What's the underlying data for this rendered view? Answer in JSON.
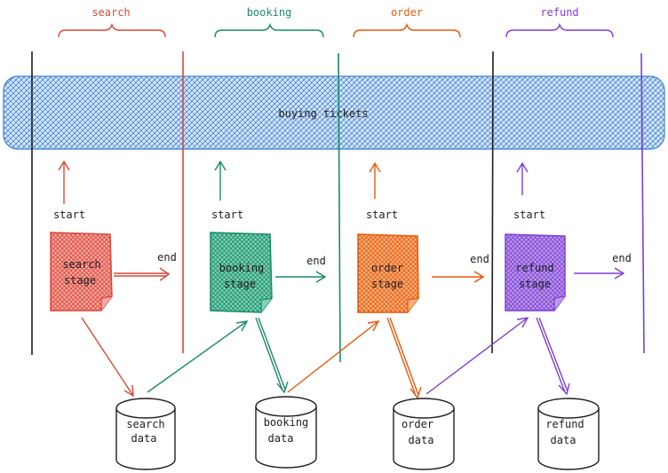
{
  "colors": {
    "search": "#d9483b",
    "booking": "#1b8a6a",
    "order": "#e8590c",
    "refund": "#7e3fd0",
    "band": "#4a90d9",
    "ink": "#1e1e1e"
  },
  "phases": [
    {
      "id": "search",
      "label": "search"
    },
    {
      "id": "booking",
      "label": "booking"
    },
    {
      "id": "order",
      "label": "order"
    },
    {
      "id": "refund",
      "label": "refund"
    }
  ],
  "band": {
    "label": "buying tickets"
  },
  "stages": [
    {
      "id": "search",
      "line1": "search",
      "line2": "stage",
      "start": "start",
      "end": "end"
    },
    {
      "id": "booking",
      "line1": "booking",
      "line2": "stage",
      "start": "start",
      "end": "end"
    },
    {
      "id": "order",
      "line1": "order",
      "line2": "stage",
      "start": "start",
      "end": "end"
    },
    {
      "id": "refund",
      "line1": "refund",
      "line2": "stage",
      "start": "start",
      "end": "end"
    }
  ],
  "stores": [
    {
      "id": "search",
      "line1": "search",
      "line2": "data"
    },
    {
      "id": "booking",
      "line1": "booking",
      "line2": "data"
    },
    {
      "id": "order",
      "line1": "order",
      "line2": "data"
    },
    {
      "id": "refund",
      "line1": "refund",
      "line2": "data"
    }
  ]
}
